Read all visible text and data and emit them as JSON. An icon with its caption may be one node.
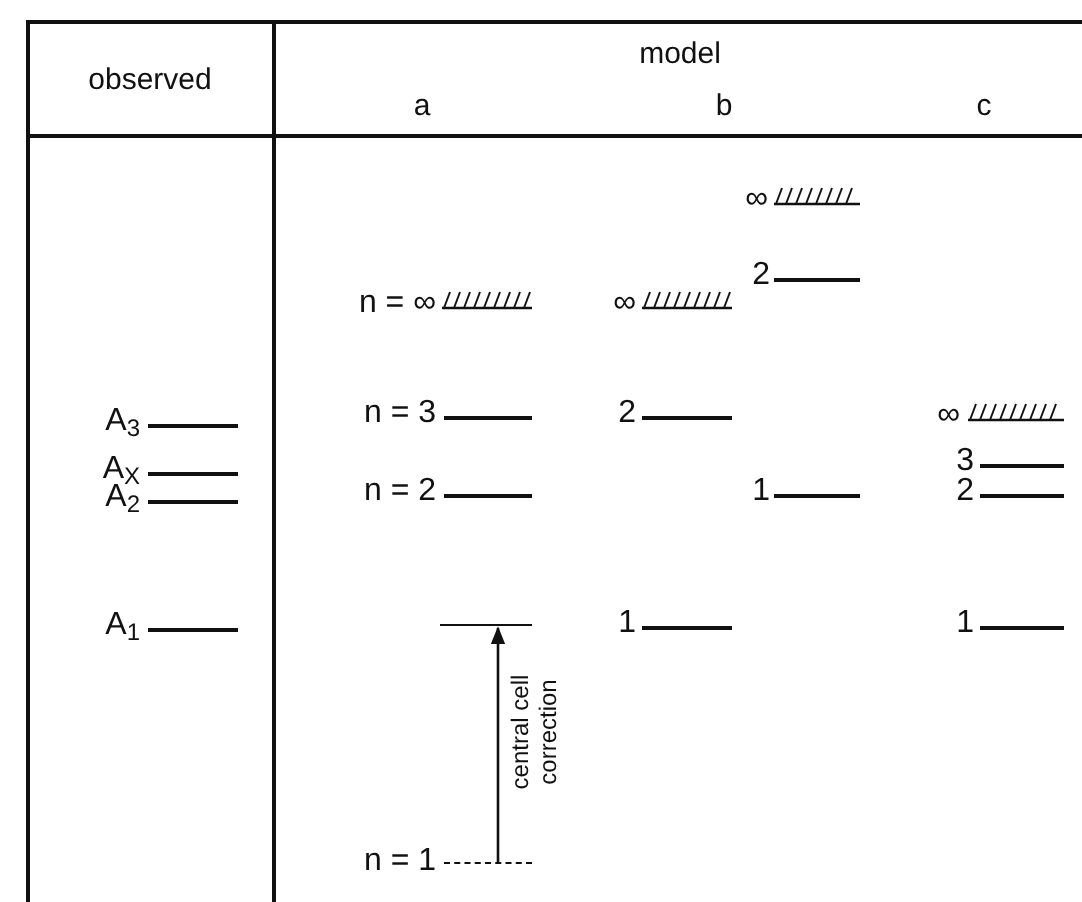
{
  "diagram": {
    "nodes": [
      {
        "text": [],
        "shape": "bar",
        "beside": [
          "n = 1"
        ]
      },
      {
        "text": [],
        "shape": "bar"
      }
    ],
    "edges": [
      {
        "from": 0,
        "to": 1,
        "arrow": "to",
        "label": "central cell correction"
      }
    ],
    "labels": [
      "observed",
      "model",
      "a",
      "b",
      "c",
      "∞",
      "2",
      "n = ∞",
      "∞",
      "A$_{3}$",
      "n = 3",
      "2",
      "∞",
      "A$_{X}$",
      "3",
      "A$_{2}$",
      "n = 2",
      "1",
      "2",
      "A$_{1}$",
      "1",
      "1"
    ]
  }
}
